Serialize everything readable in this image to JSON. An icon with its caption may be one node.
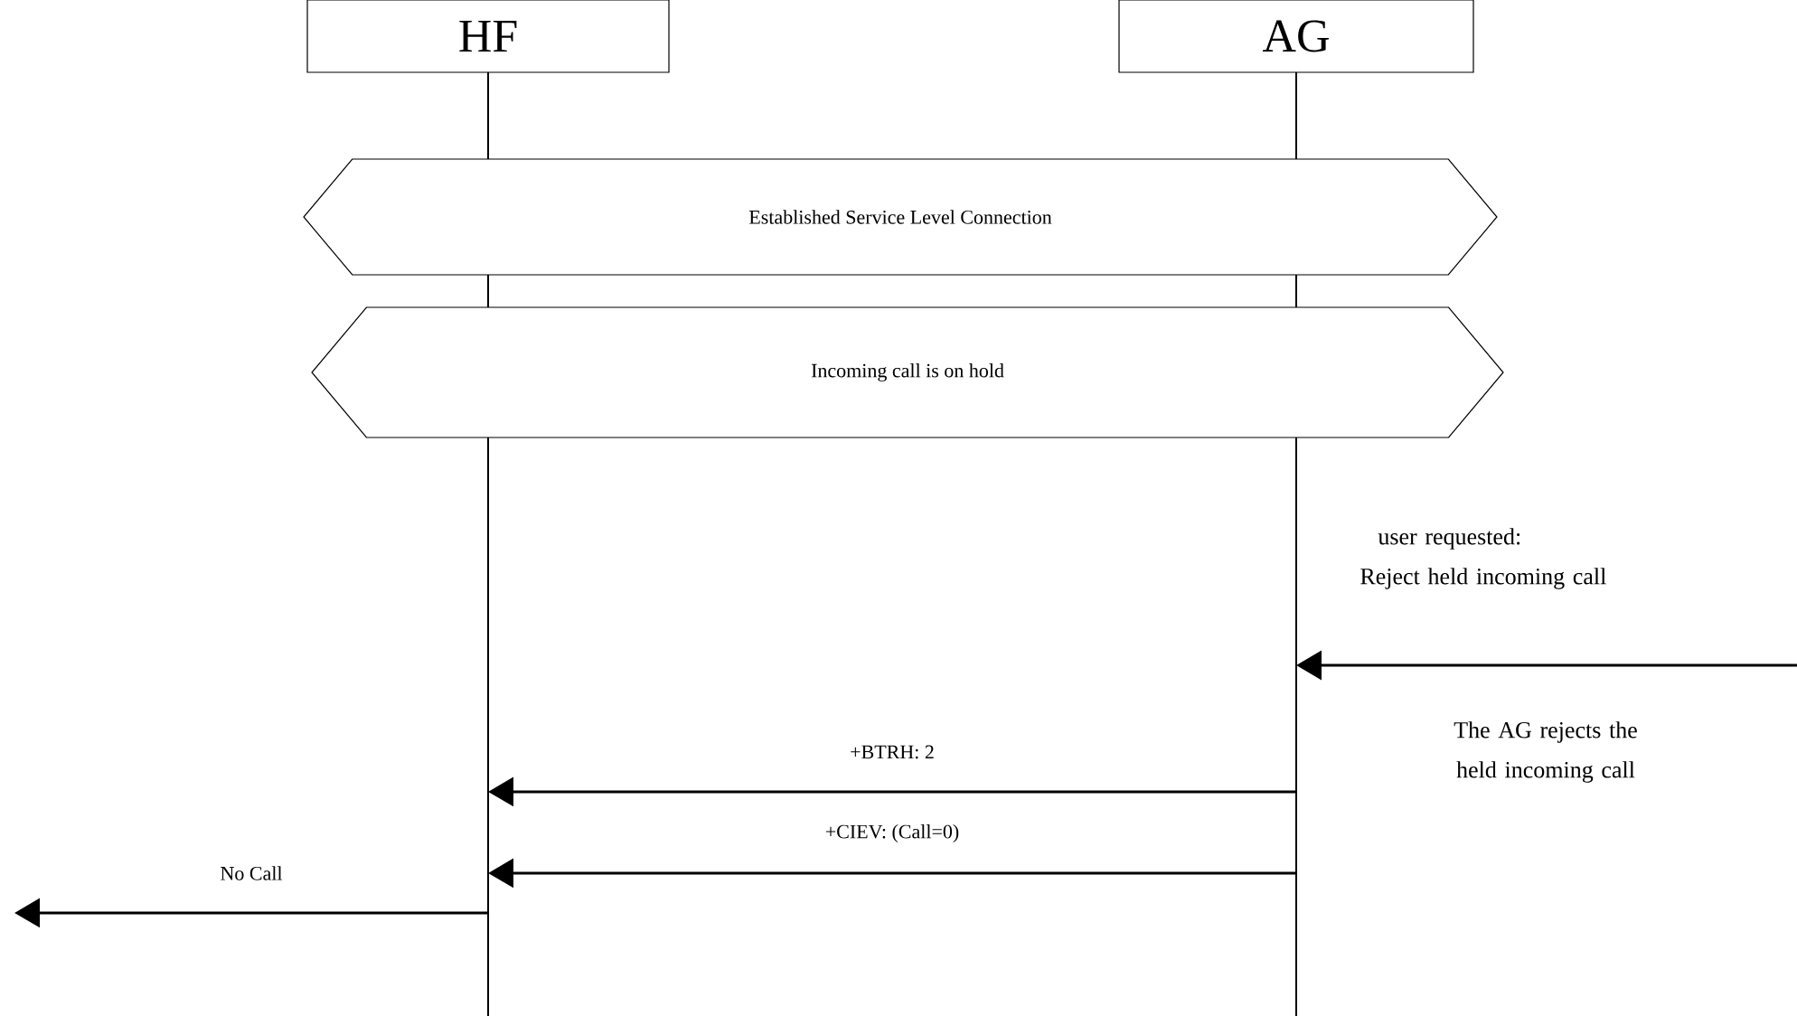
{
  "diagram": {
    "nodes": [
      {
        "text": [
          "HF"
        ]
      },
      {
        "text": [
          "AG"
        ]
      },
      {
        "text": [
          "Established Service Level Connection"
        ]
      },
      {
        "text": [
          "Incoming call is on hold"
        ]
      }
    ],
    "edges": [
      {
        "from": null,
        "to": 1,
        "arrow": "to"
      },
      {
        "from": 1,
        "to": 0,
        "arrow": "to",
        "label": "+BTRH: 2"
      },
      {
        "from": 1,
        "to": 0,
        "arrow": "to",
        "label": "+CIEV: (Call=0)"
      },
      {
        "from": 0,
        "to": null,
        "arrow": "to",
        "label": "No Call"
      }
    ],
    "labels": [
      "user requested:",
      "Reject held incoming call",
      "The AG rejects the held incoming call"
    ]
  }
}
